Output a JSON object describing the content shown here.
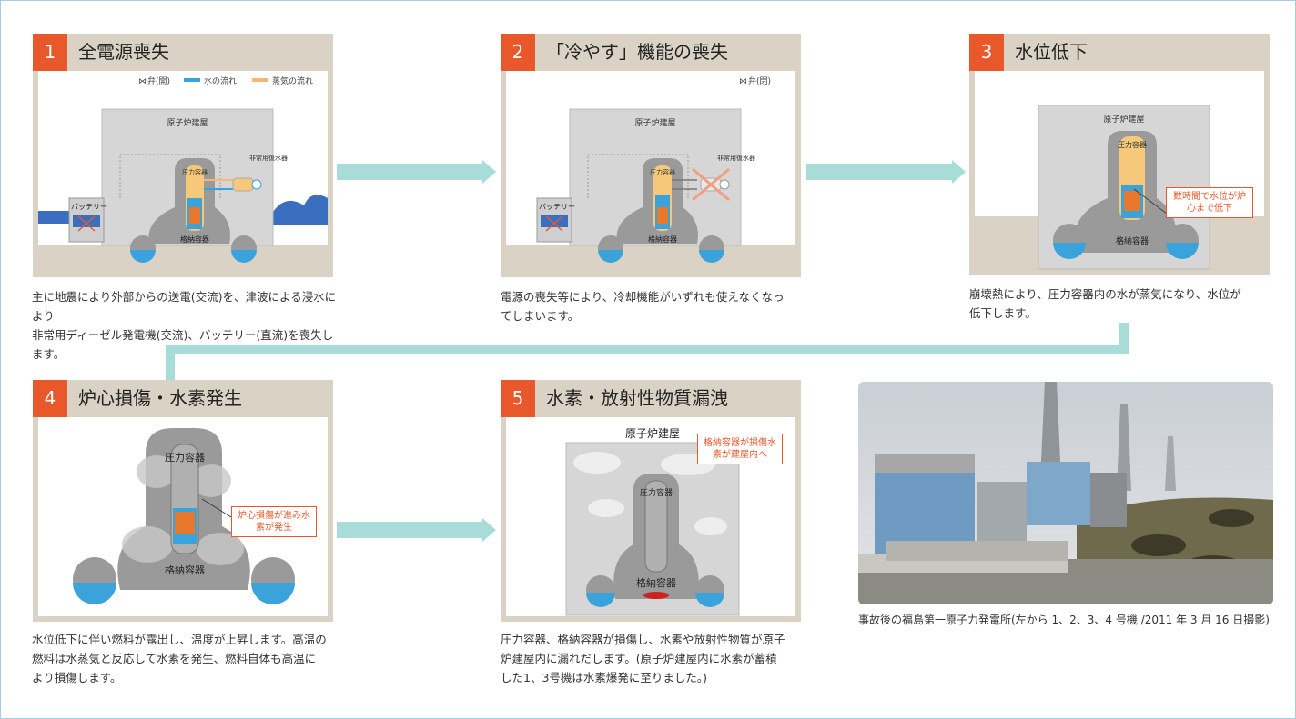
{
  "steps": [
    {
      "num": "1",
      "title": "全電源喪失",
      "desc_lines": [
        "主に地震により外部からの送電(交流)を、津波による浸水により",
        "非常用ディーゼル発電機(交流)、バッテリー(直流)を喪失します。"
      ],
      "legend": {
        "valve": "弁(開)",
        "water": "水の流れ",
        "steam": "蒸気の流れ"
      },
      "labels": {
        "building": "原子炉建屋",
        "battery": "バッテリー",
        "vessel": "圧力容器",
        "containment": "格納容器",
        "condenser": "非常用復水器"
      }
    },
    {
      "num": "2",
      "title": "「冷やす」機能の喪失",
      "desc_lines": [
        "電源の喪失等により、冷却機能がいずれも使えなくなっ",
        "てしまいます。"
      ],
      "legend": {
        "valve": "弁(閉)"
      },
      "labels": {
        "building": "原子炉建屋",
        "battery": "バッテリー",
        "vessel": "圧力容器",
        "containment": "格納容器",
        "condenser": "非常用復水器"
      }
    },
    {
      "num": "3",
      "title": "水位低下",
      "desc_lines": [
        "崩壊熱により、圧力容器内の水が蒸気になり、水位が",
        "低下します。"
      ],
      "labels": {
        "building": "原子炉建屋",
        "vessel": "圧力容器",
        "containment": "格納容器",
        "note": "数時間で水位が炉心まで低下"
      }
    },
    {
      "num": "4",
      "title": "炉心損傷・水素発生",
      "desc_lines": [
        "水位低下に伴い燃料が露出し、温度が上昇します。高温の",
        "燃料は水蒸気と反応して水素を発生、燃料自体も高温に",
        "より損傷します。"
      ],
      "labels": {
        "vessel": "圧力容器",
        "containment": "格納容器",
        "note": "炉心損傷が進み水素が発生"
      }
    },
    {
      "num": "5",
      "title": "水素・放射性物質漏洩",
      "desc_lines": [
        "圧力容器、格納容器が損傷し、水素や放射性物質が原子",
        "炉建屋内に漏れだします。(原子炉建屋内に水素が蓄積",
        "した1、3号機は水素爆発に至りました。)"
      ],
      "labels": {
        "building": "原子炉建屋",
        "vessel": "圧力容器",
        "containment": "格納容器",
        "note": "格納容器が損傷水素が建屋内へ"
      }
    }
  ],
  "photo": {
    "caption": "事故後の福島第一原子力発電所(左から 1、2、3、4 号機 /2011 年 3 月 16 日撮影)"
  },
  "colors": {
    "accent": "#e8582b",
    "panel_bg": "#d9d2c5",
    "arrow": "#a8dcd9",
    "water": "#3aa3dc",
    "vessel": "#f5c87a"
  }
}
